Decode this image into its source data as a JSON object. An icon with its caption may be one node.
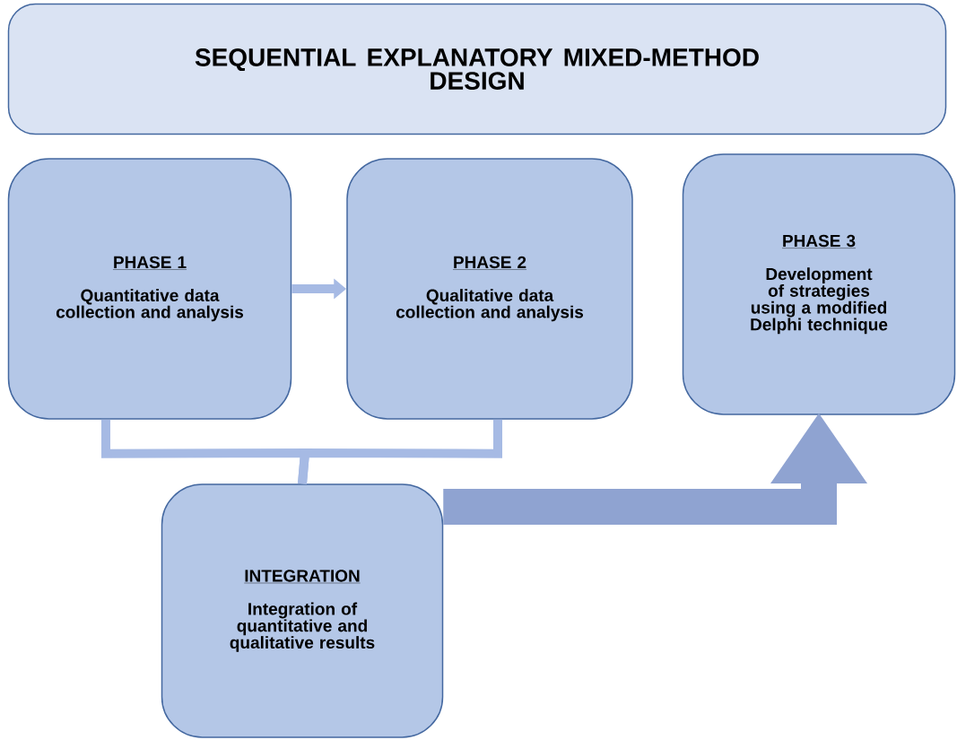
{
  "diagram": {
    "nodes": [
      {
        "text": [
          "SEQUENTIAL EXPLANATORY MIXED-METHOD DESIGN"
        ]
      },
      {
        "text": [
          "PHASE 1",
          "Quantitative data collection and analysis"
        ]
      },
      {
        "text": [
          "PHASE 2",
          "Qualitative data collection and analysis"
        ]
      },
      {
        "text": [
          "PHASE 3",
          "Development of strategies using a modified Delphi technique"
        ]
      },
      {
        "text": [
          "INTEGRATION",
          "Integration of quantitative and qualitative results"
        ]
      }
    ],
    "edges": [
      {
        "from": 1,
        "to": 2,
        "arrow": "to"
      },
      {
        "from": 1,
        "to": 4,
        "arrow": "none"
      },
      {
        "from": 2,
        "to": 4,
        "arrow": "none"
      },
      {
        "from": 4,
        "to": 3,
        "arrow": "to",
        "style": "thick",
        "color": "#8fa3d1"
      }
    ]
  }
}
